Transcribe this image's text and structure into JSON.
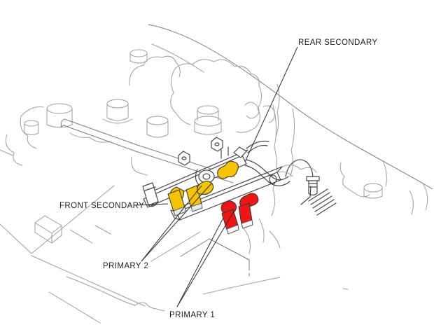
{
  "diagram": {
    "description": "Engine compartment line illustration with ignition wiring connectors highlighted in color",
    "labels": {
      "rear_secondary": "REAR SECONDARY",
      "front_secondary": "FRONT SECONDARY",
      "primary_2": "PRIMARY 2",
      "primary_1": "PRIMARY 1"
    },
    "colors": {
      "highlight_yellow": "#F5C400",
      "highlight_red": "#EE1515",
      "line_art_gray": "#9e9e9e",
      "dark_line": "#454545",
      "background": "#ffffff"
    },
    "highlight_mapping": [
      {
        "label": "REAR SECONDARY",
        "color": "#F5C400"
      },
      {
        "label": "FRONT SECONDARY",
        "color": "#F5C400"
      },
      {
        "label": "PRIMARY 2",
        "color": "#F5C400"
      },
      {
        "label": "PRIMARY 1",
        "color": "#EE1515"
      }
    ]
  }
}
